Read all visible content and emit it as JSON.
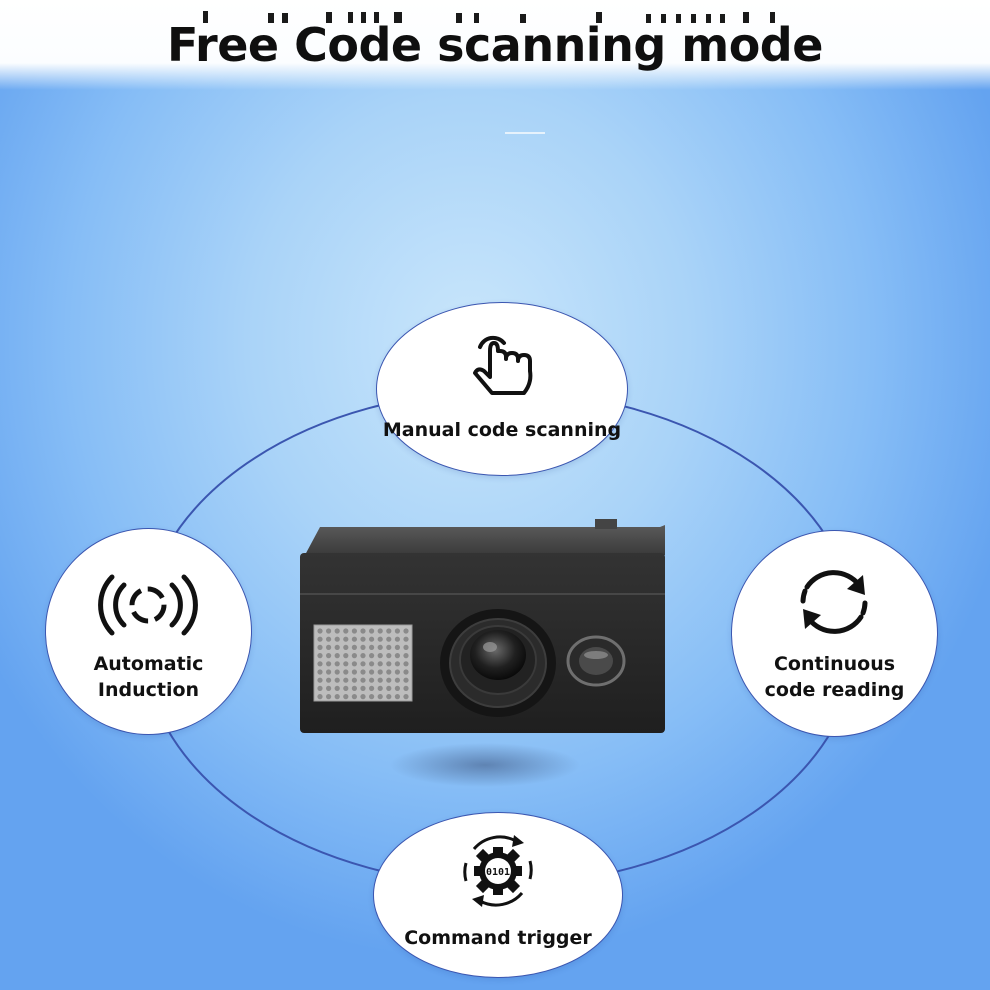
{
  "header": {
    "title": "Free Code scanning mode"
  },
  "modes": {
    "manual": {
      "label": "Manual code scanning",
      "icon": "touch-hand-icon"
    },
    "automatic": {
      "line1": "Automatic",
      "line2": "Induction",
      "icon": "sensor-waves-icon"
    },
    "continuous": {
      "line1": "Continuous",
      "line2": "code reading",
      "icon": "refresh-cycle-icon"
    },
    "command": {
      "label": "Command trigger",
      "icon_text": "0101",
      "icon": "gear-binary-icon"
    }
  },
  "colors": {
    "ring": "#3b56b0",
    "background_center": "#c9e6fb",
    "background_edge": "#64a3f0",
    "device_body": "#2b2b2b"
  }
}
